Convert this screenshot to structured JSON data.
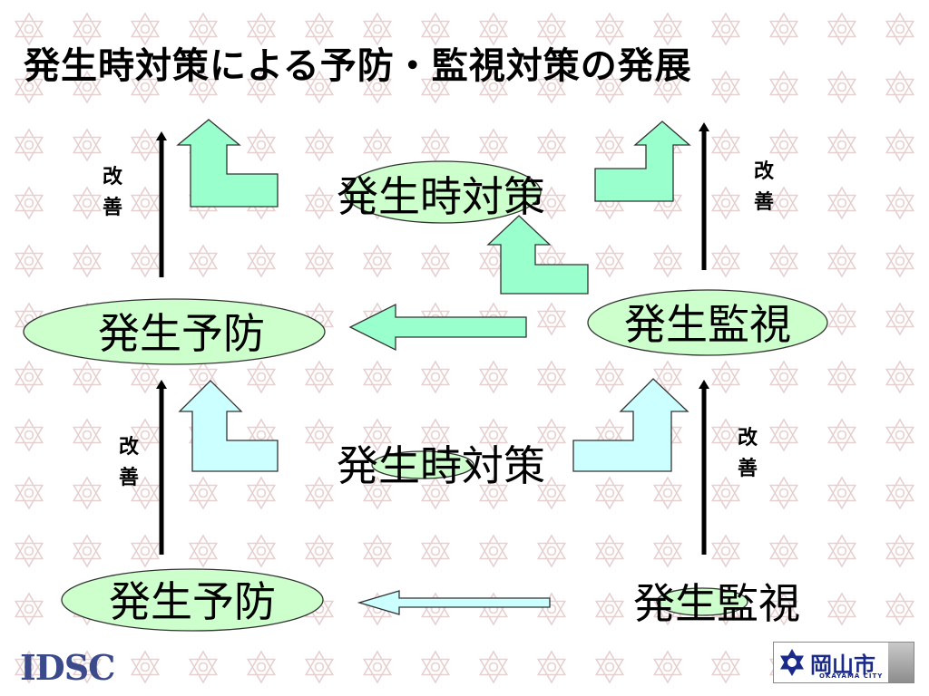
{
  "title": "発生時対策による予防・監視対策の発展",
  "improve_label": [
    "改",
    "善"
  ],
  "top_row": {
    "response": "発生時対策",
    "prevention": "発生予防",
    "monitoring": "発生監視"
  },
  "bottom_row": {
    "response": "発生時対策",
    "prevention": "発生予防",
    "monitoring": "発生監視"
  },
  "logos": {
    "left": "IDSC",
    "right_ja": "岡山市",
    "right_en": "OKAYAMA CITY"
  },
  "colors": {
    "upper_arrow_fill": "#99ffcc",
    "lower_arrow_fill": "#ccffff",
    "ellipse_fill": "#ccffcc",
    "line": "#000000",
    "background_motif": "#e7cfcf"
  }
}
